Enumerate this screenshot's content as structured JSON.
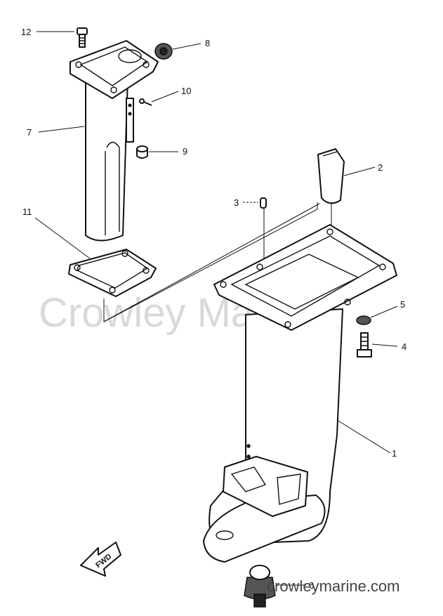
{
  "watermark": "Crowley Marine",
  "footer_watermark": "crowleymarine.com",
  "direction_arrow_label": "FWD",
  "callouts": [
    {
      "id": "c12",
      "label": "12"
    },
    {
      "id": "c8",
      "label": "8"
    },
    {
      "id": "c10",
      "label": "10"
    },
    {
      "id": "c7",
      "label": "7"
    },
    {
      "id": "c9",
      "label": "9"
    },
    {
      "id": "c11",
      "label": "11"
    },
    {
      "id": "c3",
      "label": "3"
    },
    {
      "id": "c2",
      "label": "2"
    },
    {
      "id": "c5",
      "label": "5"
    },
    {
      "id": "c4",
      "label": "4"
    },
    {
      "id": "c1",
      "label": "1"
    },
    {
      "id": "c6",
      "label": "6"
    }
  ]
}
